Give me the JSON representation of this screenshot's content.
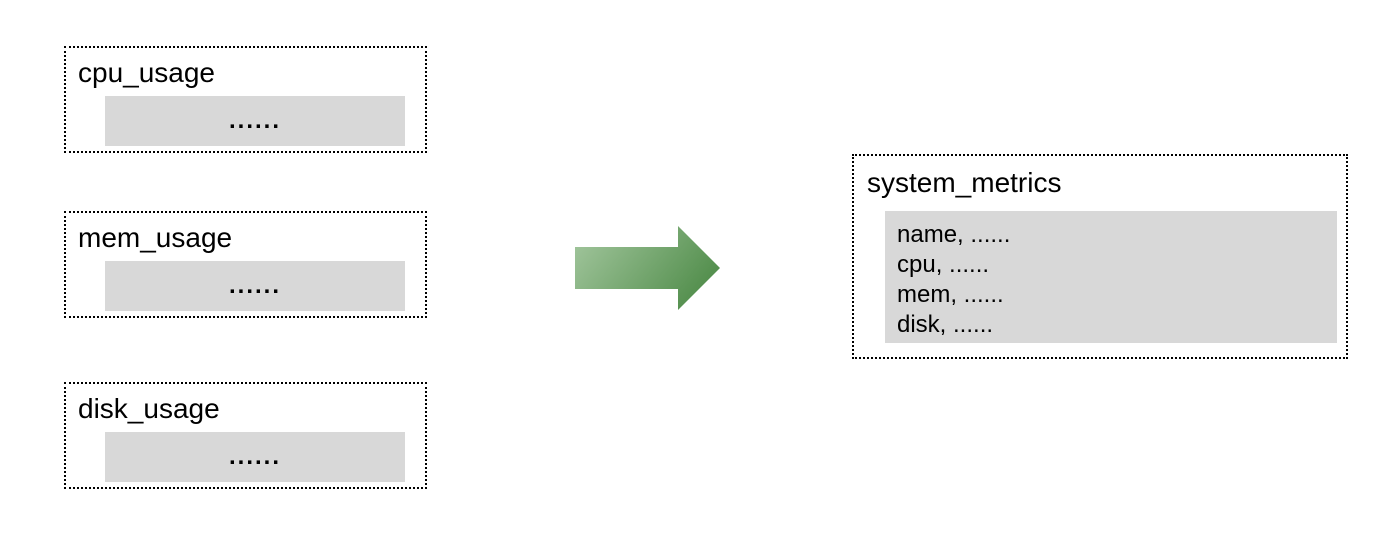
{
  "diagram": {
    "source_tables": [
      {
        "title": "cpu_usage",
        "body": "......"
      },
      {
        "title": "mem_usage",
        "body": "......"
      },
      {
        "title": "disk_usage",
        "body": "......"
      }
    ],
    "arrow": {
      "direction": "right",
      "gradient_start": "#a5c8a0",
      "gradient_end": "#55904f"
    },
    "result_table": {
      "title": "system_metrics",
      "rows": [
        "name, ......",
        "cpu, ......",
        "mem, ......",
        "disk, ......"
      ]
    },
    "colors": {
      "panel_gray": "#d8d8d8",
      "border": "#000000",
      "background": "#ffffff"
    }
  }
}
